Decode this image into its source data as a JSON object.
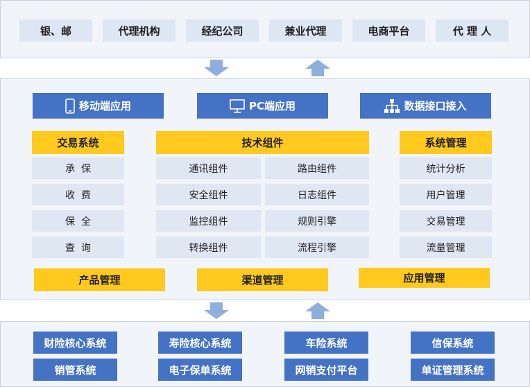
{
  "channels": [
    "银、邮",
    "代理机构",
    "经纪公司",
    "兼业代理",
    "电商平台",
    "代 理 人"
  ],
  "apps": {
    "mobile": {
      "label": "移动端应用",
      "icon": "mobile-phone-icon"
    },
    "pc": {
      "label": "PC端应用",
      "icon": "monitor-icon"
    },
    "api": {
      "label": "数据接口接入",
      "icon": "hierarchy-icon"
    }
  },
  "trade_system": {
    "title": "交易系统",
    "items": [
      "承  保",
      "收  费",
      "保  全",
      "查  询"
    ]
  },
  "tech_components": {
    "title": "技术组件",
    "left": [
      "通讯组件",
      "安全组件",
      "监控组件",
      "转换组件"
    ],
    "right": [
      "路由组件",
      "日志组件",
      "规则引擎",
      "流程引擎"
    ]
  },
  "system_management": {
    "title": "系统管理",
    "items": [
      "统计分析",
      "用户管理",
      "交易管理",
      "流量管理"
    ]
  },
  "bottom_bar": {
    "product": "产品管理",
    "channel": "渠道管理",
    "application": "应用管理"
  },
  "backend_systems": [
    [
      "财险核心系统",
      "销管系统"
    ],
    [
      "寿险核心系统",
      "电子保单系统"
    ],
    [
      "车险系统",
      "网销支付平台"
    ],
    [
      "信保系统",
      "单证管理系统"
    ]
  ],
  "colors": {
    "accent_blue": "#4472c4",
    "accent_yellow": "#ffc91f",
    "arrow": "#8eaedc"
  }
}
